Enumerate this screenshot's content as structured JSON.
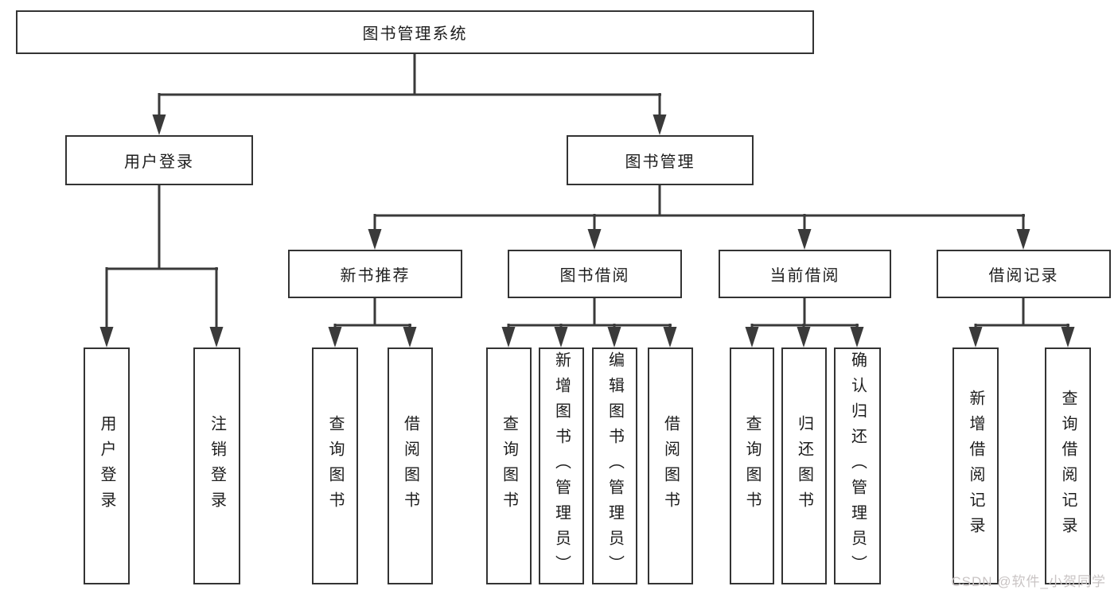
{
  "diagram": {
    "root": {
      "label": "图书管理系统"
    },
    "level1": {
      "user_login": {
        "label": "用户登录"
      },
      "book_management": {
        "label": "图书管理"
      }
    },
    "level2": {
      "new_book_recommend": {
        "label": "新书推荐"
      },
      "book_borrow": {
        "label": "图书借阅"
      },
      "current_borrow": {
        "label": "当前借阅"
      },
      "borrow_records": {
        "label": "借阅记录"
      }
    },
    "leaves": {
      "user_login": {
        "label": "用户登录"
      },
      "logout": {
        "label": "注销登录"
      },
      "recommend_query_books": {
        "label": "查询图书"
      },
      "recommend_borrow_books": {
        "label": "借阅图书"
      },
      "borrow_query_books": {
        "label": "查询图书"
      },
      "borrow_add_books": {
        "label": "新增图书（管理员）"
      },
      "borrow_edit_books": {
        "label": "编辑图书（管理员）"
      },
      "borrow_borrow_books": {
        "label": "借阅图书"
      },
      "current_query_books": {
        "label": "查询图书"
      },
      "current_return_books": {
        "label": "归还图书"
      },
      "current_confirm_return": {
        "label": "确认归还（管理员）"
      },
      "records_add_record": {
        "label": "新增借阅记录"
      },
      "records_query_record": {
        "label": "查询借阅记录"
      }
    },
    "watermark": "CSDN @软件_小贺同学",
    "colors": {
      "line": "#3a3a3a",
      "box_border": "#333333",
      "text": "#1d1d1d",
      "watermark": "#c9c4c4",
      "background": "#ffffff"
    }
  }
}
